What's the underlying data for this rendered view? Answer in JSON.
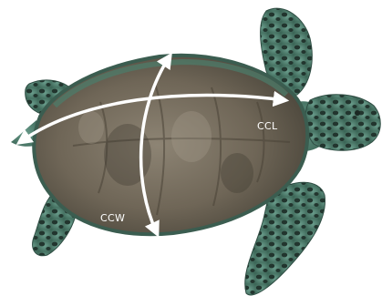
{
  "figure": {
    "subject": "sea-turtle",
    "colors": {
      "background": "#ffffff",
      "shell_dark": "#5c5548",
      "shell_mid": "#7c7262",
      "shell_light": "#9b9282",
      "rim": "#3f6a5c",
      "skin": "#4a7d6d",
      "scute_spot": "#23352e",
      "arrow": "#ffffff"
    },
    "labels": {
      "ccl": "CCL",
      "ccw": "CCW"
    }
  }
}
